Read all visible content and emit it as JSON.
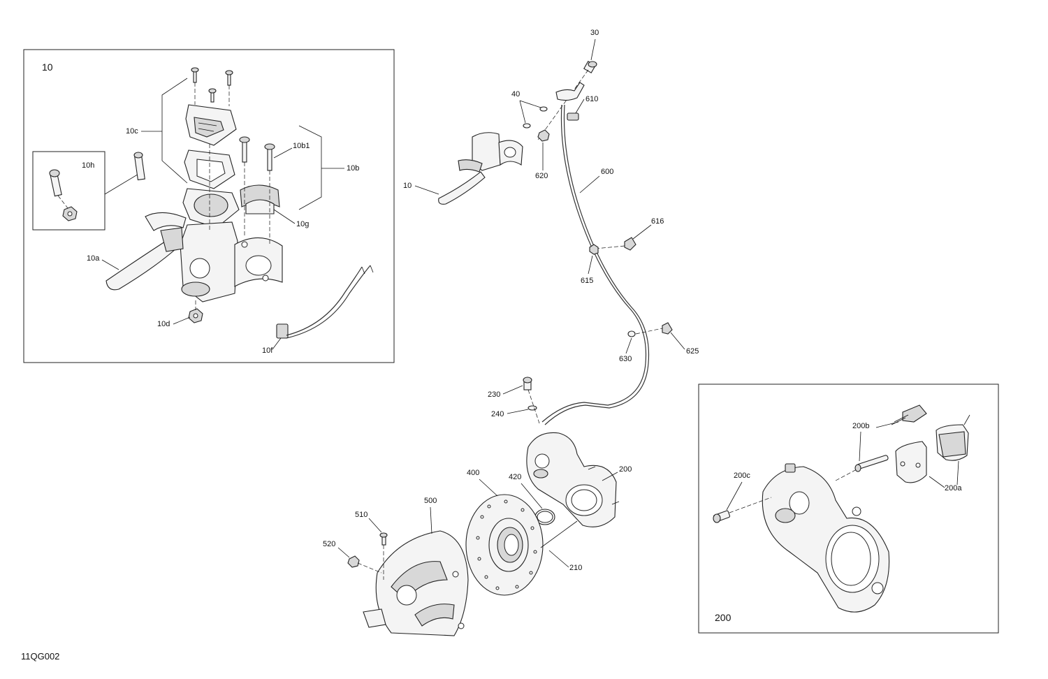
{
  "diagram_code": "11QG002",
  "insets": {
    "master_cylinder": {
      "title": "10",
      "sub_box_label": "10h"
    },
    "caliper": {
      "title": "200"
    }
  },
  "callouts": {
    "c10c": "10c",
    "c10b1": "10b1",
    "c10b": "10b",
    "c10a": "10a",
    "c10g": "10g",
    "c10d": "10d",
    "c10f": "10f",
    "c10h": "10h",
    "c30": "30",
    "c40": "40",
    "c610": "610",
    "c620": "620",
    "c10": "10",
    "c600": "600",
    "c616": "616",
    "c615": "615",
    "c630": "630",
    "c625": "625",
    "c230": "230",
    "c240": "240",
    "c200": "200",
    "c400": "400",
    "c420": "420",
    "c500": "500",
    "c510": "510",
    "c520": "520",
    "c210": "210",
    "c200b": "200b",
    "c200c": "200c",
    "c200a": "200a"
  }
}
